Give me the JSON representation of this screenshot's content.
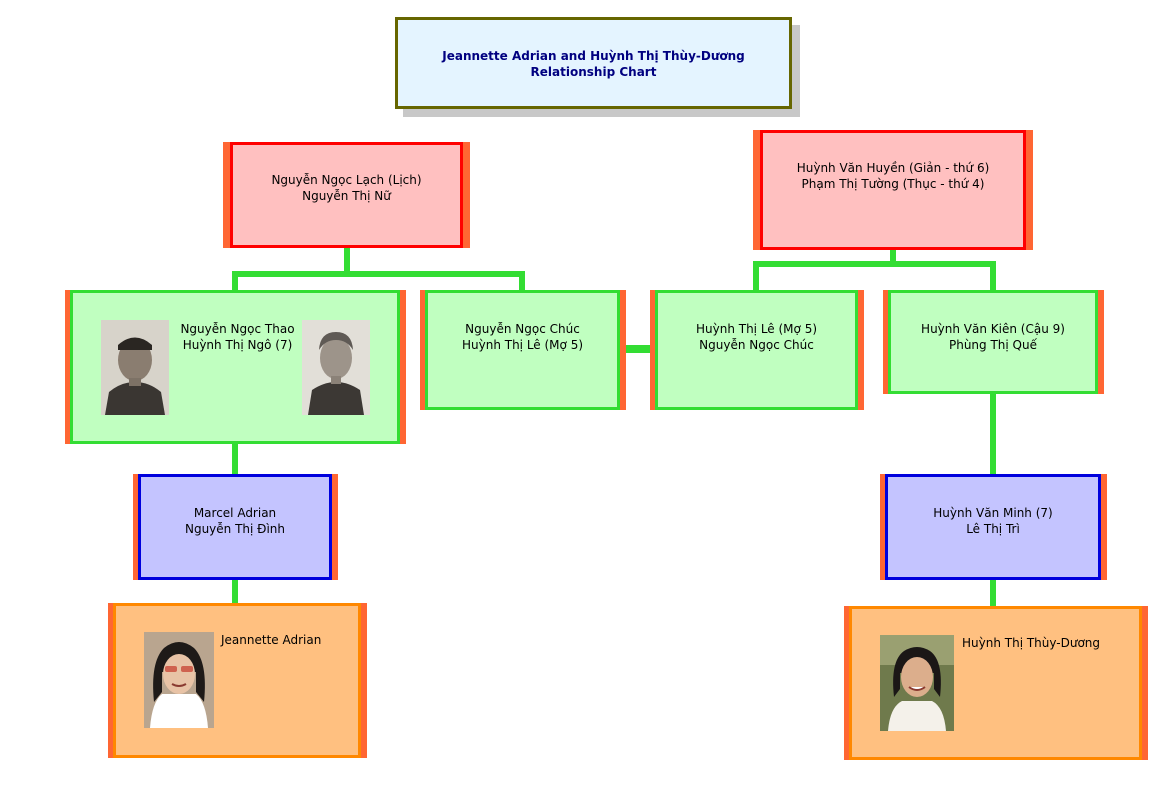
{
  "title": {
    "line1": "Jeannette Adrian and Huỳnh Thị Thùy-Dương",
    "line2": "Relationship Chart"
  },
  "nodes": {
    "lach": {
      "line1": "Nguyễn Ngọc Lạch (Lịch)",
      "line2": "Nguyễn Thị Nữ"
    },
    "huyen": {
      "line1": "Huỳnh Văn Huyền (Giản - thứ 6)",
      "line2": "Phạm Thị Tường (Thục - thứ 4)"
    },
    "thao": {
      "line1": "Nguyễn Ngọc Thao",
      "line2": "Huỳnh Thị Ngô (7)"
    },
    "chuc": {
      "line1": "Nguyễn Ngọc Chúc",
      "line2": "Huỳnh Thị Lê (Mợ 5)"
    },
    "le": {
      "line1": "Huỳnh Thị Lê (Mợ 5)",
      "line2": "Nguyễn Ngọc Chúc"
    },
    "kien": {
      "line1": "Huỳnh Văn Kiên (Cậu 9)",
      "line2": "Phùng Thị Quế"
    },
    "marcel": {
      "line1": "Marcel Adrian",
      "line2": "Nguyễn Thị Đình"
    },
    "minh": {
      "line1": "Huỳnh Văn Minh (7)",
      "line2": "Lê Thị Trì"
    },
    "jeannette": {
      "line1": "Jeannette Adrian"
    },
    "thuyduong": {
      "line1": "Huỳnh Thị Thùy-Dương"
    }
  },
  "colors": {
    "title_bg": "#e4f4ff",
    "title_border": "#666600",
    "grandparent_bg": "#ffc0c0",
    "grandparent_border": "#ff0000",
    "parent_bg": "#c0ffc0",
    "parent_border": "#33dd33",
    "child_bg": "#c4c4ff",
    "child_border": "#0000dd",
    "self_bg": "#ffc080",
    "self_border": "#ff8800",
    "side_accent": "#ff6633",
    "connector": "#33dd33"
  }
}
